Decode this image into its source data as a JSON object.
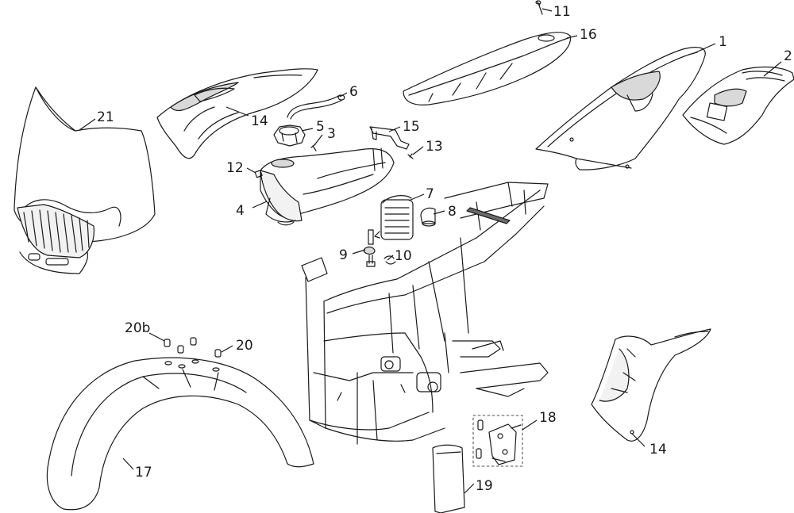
{
  "diagram": {
    "callouts": {
      "c1": "1",
      "c2": "2",
      "c3": "3",
      "c4": "4",
      "c5": "5",
      "c6": "6",
      "c7": "7",
      "c8": "8",
      "c9": "9",
      "c10": "10",
      "c11": "11",
      "c12": "12",
      "c13": "13",
      "c14a": "14",
      "c14b": "14",
      "c15": "15",
      "c16": "16",
      "c17": "17",
      "c18": "18",
      "c19": "19",
      "c20": "20",
      "c20b": "20b",
      "c21": "21"
    },
    "colors": {
      "line": "#1a1a1a",
      "background": "#ffffff",
      "shade": "#d9d9d9"
    }
  }
}
